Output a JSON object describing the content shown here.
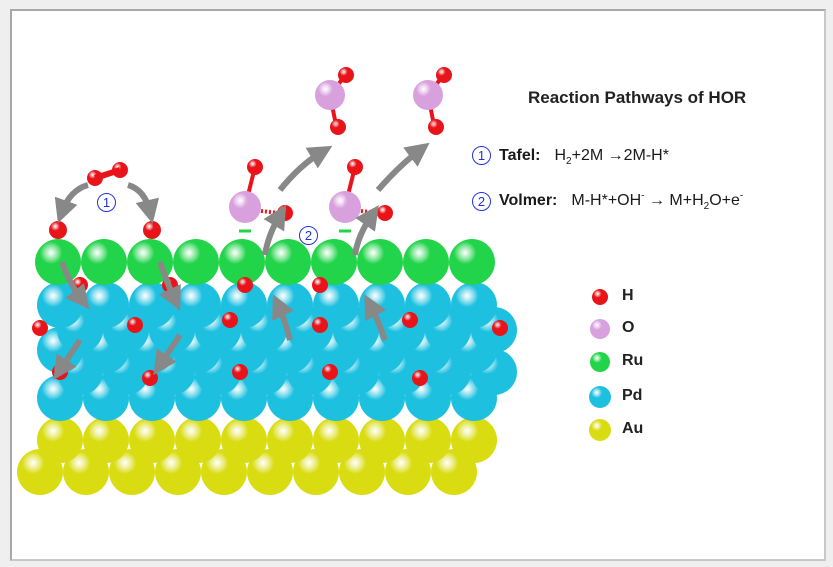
{
  "title": "Reaction Pathways of HOR",
  "steps": [
    {
      "number": "1",
      "name": "Tafel:",
      "equation_parts": [
        "H",
        "2",
        "+2M →2M-H*"
      ]
    },
    {
      "number": "2",
      "name": "Volmer:",
      "equation_parts": [
        "M-H*+OH",
        "-",
        " → M+H",
        "2",
        "O+e",
        "-"
      ]
    }
  ],
  "diagram_markers": [
    "1",
    "2"
  ],
  "legend": [
    {
      "label": "H",
      "color": "#e8141a"
    },
    {
      "label": "O",
      "color": "#d9a0de"
    },
    {
      "label": "Ru",
      "color": "#22d44a"
    },
    {
      "label": "Pd",
      "color": "#1ec0e0"
    },
    {
      "label": "Au",
      "color": "#d8dc10"
    }
  ]
}
